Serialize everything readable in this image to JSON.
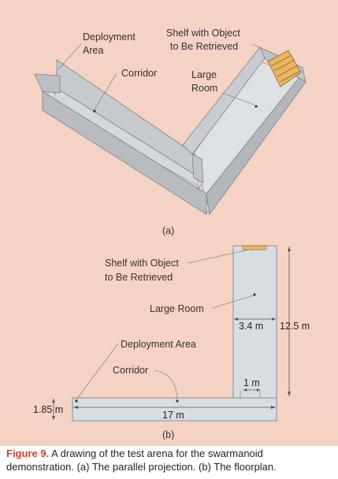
{
  "parallel_projection": {
    "labels": {
      "deployment_area": [
        "Deployment",
        "Area"
      ],
      "shelf": [
        "Shelf with Object",
        "to Be Retrieved"
      ],
      "corridor": "Corridor",
      "large_room": [
        "Large",
        "Room"
      ]
    },
    "panel_label": "(a)"
  },
  "floorplan": {
    "labels": {
      "shelf": [
        "Shelf with Object",
        "to Be Retrieved"
      ],
      "large_room": "Large Room",
      "deployment_area": "Deployment Area",
      "corridor": "Corridor"
    },
    "dimensions": {
      "room_width": "3.4 m",
      "room_length": "12.5 m",
      "corridor_width_room": "1 m",
      "corridor_width": "1.85 m",
      "corridor_length": "17 m"
    },
    "panel_label": "(b)"
  },
  "caption": {
    "label": "Figure 9.",
    "text": " A drawing of the test arena for the swarmanoid demonstration. (a) The parallel projection. (b) The floorplan."
  },
  "colors": {
    "background": "#f4d2c4",
    "floor": "#d8dde2",
    "wall": "#c3c6ca",
    "shelf": "#e9b660",
    "caption_accent": "#d2402c"
  }
}
